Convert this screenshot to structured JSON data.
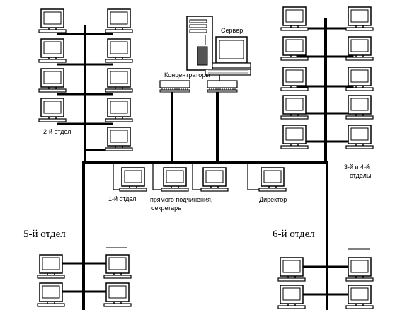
{
  "labels": {
    "server": "Сервер",
    "hubs": "Концентраторы",
    "dept2": "2-й отдел",
    "dept34_line1": "3-й и 4-й",
    "dept34_line2": "отделы",
    "dept1": "1-й отдел",
    "direct_line1": "прямого подчинения,",
    "direct_line2": "секретарь",
    "director": "Директор",
    "dept5": "5-й отдел",
    "dept6": "6-й отдел"
  },
  "icons": {
    "workstation": "computer-icon",
    "server": "server-tower-icon",
    "hub": "hub-icon"
  },
  "colors": {
    "line": "#000000",
    "background": "#ffffff",
    "server_drive": "#555555"
  }
}
